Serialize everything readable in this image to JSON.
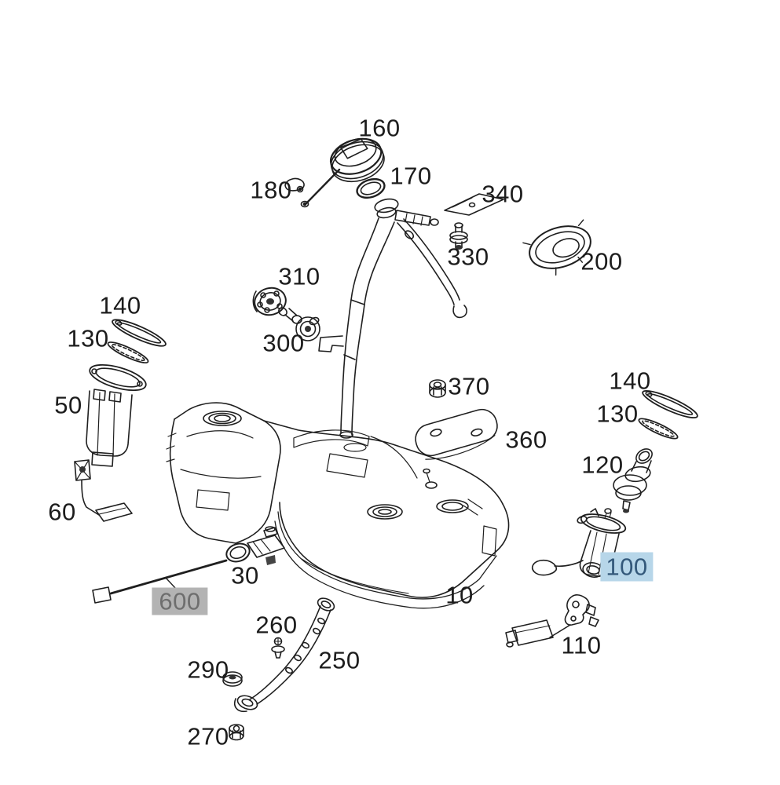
{
  "diagram": {
    "type": "exploded-parts-diagram",
    "subject": "fuel-tank-assembly",
    "colors": {
      "background": "#ffffff",
      "line": "#1f1f1f",
      "label_text": "#1c1c1c",
      "highlight_blue_bg": "#b7d6e9",
      "highlight_blue_text": "#33587a",
      "highlight_gray_bg": "#b3b3b3",
      "highlight_gray_text": "#6e6e6e"
    }
  },
  "labels": {
    "l160": {
      "text": "160"
    },
    "l170": {
      "text": "170"
    },
    "l180": {
      "text": "180"
    },
    "l340": {
      "text": "340"
    },
    "l330": {
      "text": "330"
    },
    "l200": {
      "text": "200"
    },
    "l310": {
      "text": "310"
    },
    "l300": {
      "text": "300"
    },
    "l140_left": {
      "text": "140"
    },
    "l130_left": {
      "text": "130"
    },
    "l50": {
      "text": "50"
    },
    "l370": {
      "text": "370"
    },
    "l360": {
      "text": "360"
    },
    "l140_right": {
      "text": "140"
    },
    "l130_right": {
      "text": "130"
    },
    "l120": {
      "text": "120"
    },
    "l60": {
      "text": "60"
    },
    "l30": {
      "text": "30"
    },
    "l600": {
      "text": "600",
      "highlight": "gray"
    },
    "l10": {
      "text": "10"
    },
    "l100": {
      "text": "100",
      "highlight": "blue"
    },
    "l110": {
      "text": "110"
    },
    "l260": {
      "text": "260"
    },
    "l250": {
      "text": "250"
    },
    "l290": {
      "text": "290"
    },
    "l270": {
      "text": "270"
    }
  }
}
